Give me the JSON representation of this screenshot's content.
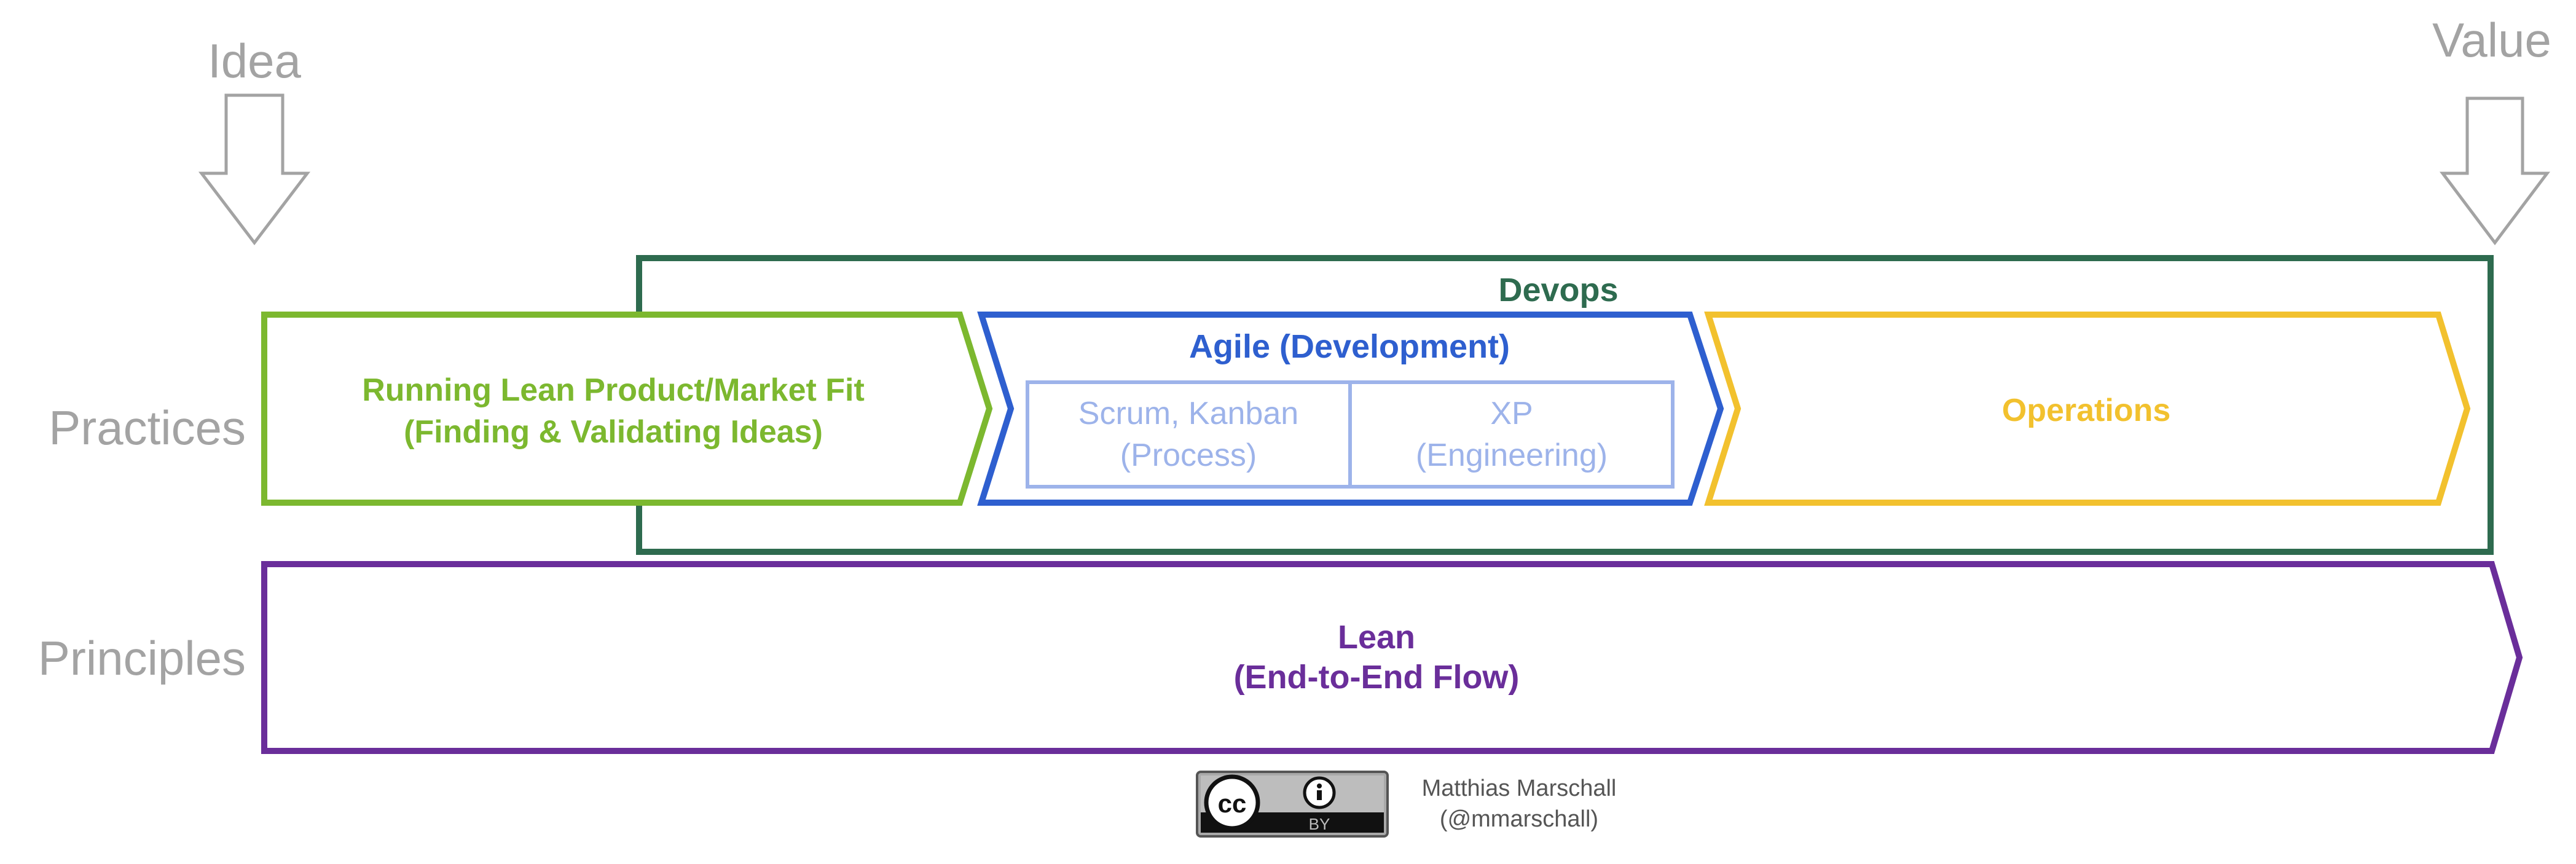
{
  "labels": {
    "idea": "Idea",
    "value": "Value",
    "practices": "Practices",
    "principles": "Principles"
  },
  "devops": {
    "title": "Devops"
  },
  "running_lean": {
    "line1": "Running Lean Product/Market Fit",
    "line2": "(Finding & Validating Ideas)"
  },
  "agile": {
    "title": "Agile (Development)",
    "scrum": {
      "line1": "Scrum, Kanban",
      "line2": "(Process)"
    },
    "xp": {
      "line1": "XP",
      "line2": "(Engineering)"
    }
  },
  "operations": {
    "title": "Operations"
  },
  "lean": {
    "line1": "Lean",
    "line2": "(End-to-End Flow)"
  },
  "license": {
    "cc": "cc",
    "by": "BY",
    "author": "Matthias Marschall",
    "handle": "(@mmarschall)"
  },
  "colors": {
    "devops": "#2e6b4f",
    "running_lean": "#7cb82f",
    "agile": "#2e5fcf",
    "agile_inner": "#9db3ea",
    "operations": "#f2c12e",
    "lean": "#6a2e9a",
    "gray": "#a3a3a3"
  }
}
